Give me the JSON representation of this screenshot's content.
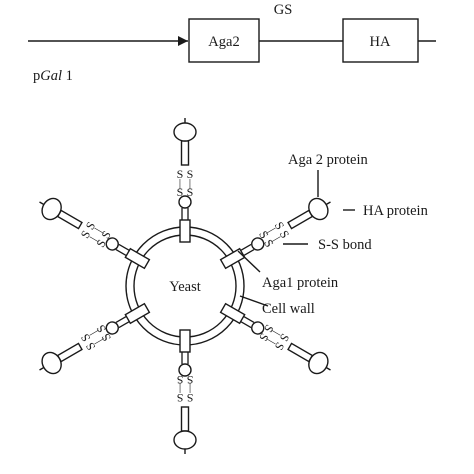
{
  "construct": {
    "promoter_prefix": "p",
    "promoter_italic": "Gal",
    "promoter_suffix": " 1",
    "aga2_box": "Aga2",
    "linker": "GS",
    "ha_box": "HA"
  },
  "cell": {
    "center_label": "Yeast",
    "ss_glyph": "S"
  },
  "callouts": {
    "aga2_protein": "Aga 2 protein",
    "ha_protein": "HA protein",
    "ss_bond": "S-S bond",
    "aga1_protein": "Aga1 protein",
    "cell_wall": "Cell wall"
  },
  "arms_count": 6
}
